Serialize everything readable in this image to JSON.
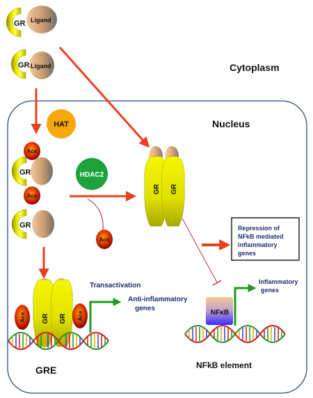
{
  "labels": {
    "cytoplasm": "Cytoplasm",
    "nucleus": "Nucleus",
    "gr": "GR",
    "ligand": "Ligand",
    "hat": "HAT",
    "hdac2": "HDAC2",
    "ace": "Ace",
    "nfkb": "NFκB",
    "transactivation": "Transactivation",
    "anti_inflammatory_1": "Anti-inflammatory",
    "anti_inflammatory_2": "genes",
    "inflammatory_1": "Inflammatory",
    "inflammatory_2": "genes",
    "repression_1": "Repression of",
    "repression_2": "NFkB mediated",
    "repression_3": "inflammatory",
    "repression_4": "genes",
    "gre": "GRE",
    "nfkb_element": "NFkB element"
  },
  "colors": {
    "arrow_red": "#e8401c",
    "arrow_green": "#1f9a1f",
    "text_navy": "#1f2f6b",
    "hat_orange": "#f5a80a",
    "hdac_green": "#1ea23c"
  }
}
